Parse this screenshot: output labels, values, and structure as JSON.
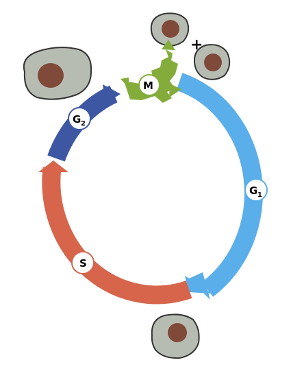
{
  "diagram": {
    "colors": {
      "g1": "#5aaee9",
      "s": "#d6654c",
      "g2": "#3d57a3",
      "m": "#84ac3a",
      "cell_body": "#b7bcb3",
      "cell_outline": "#333333",
      "nucleus": "#7f4a3a",
      "label_circle": "#ffffff"
    },
    "phases": {
      "g1": {
        "main": "G",
        "sub": "1"
      },
      "s": {
        "main": "S"
      },
      "g2": {
        "main": "G",
        "sub": "2"
      },
      "m": {
        "main": "M"
      }
    },
    "plus": "+"
  }
}
